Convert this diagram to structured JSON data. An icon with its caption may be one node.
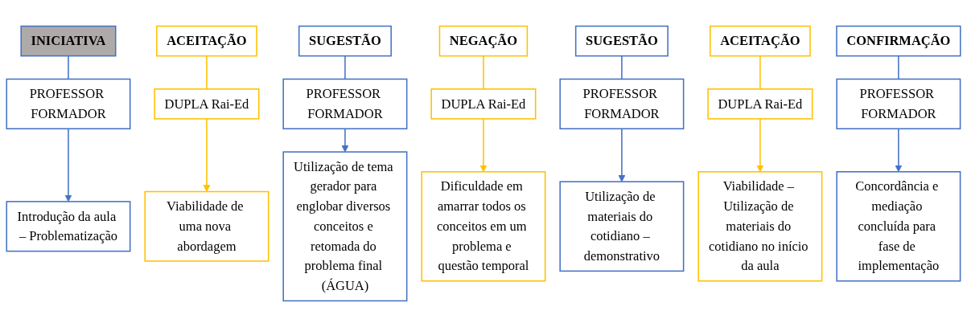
{
  "diagram": {
    "nodes": [
      {
        "text": [
          "INICIATIVA"
        ]
      },
      {
        "text": [
          "ACEITAÇÃO"
        ]
      },
      {
        "text": [
          "SUGESTÃO"
        ]
      },
      {
        "text": [
          "NEGAÇÃO"
        ]
      },
      {
        "text": [
          "SUGESTÃO"
        ]
      },
      {
        "text": [
          "ACEITAÇÃO"
        ]
      },
      {
        "text": [
          "CONFIRMAÇÃO"
        ]
      },
      {
        "text": [
          "PROFESSOR FORMADOR"
        ]
      },
      {
        "text": [
          "DUPLA Rai-Ed"
        ]
      },
      {
        "text": [
          "PROFESSOR FORMADOR"
        ]
      },
      {
        "text": [
          "DUPLA Rai-Ed"
        ]
      },
      {
        "text": [
          "PROFESSOR FORMADOR"
        ]
      },
      {
        "text": [
          "DUPLA Rai-Ed"
        ]
      },
      {
        "text": [
          "PROFESSOR FORMADOR"
        ]
      },
      {
        "text": [
          "Introdução da aula – Problematização"
        ]
      },
      {
        "text": [
          "Viabilidade de uma nova abordagem"
        ]
      },
      {
        "text": [
          "Utilização de tema gerador para englobar diversos conceitos e retomada do problema final (ÁGUA)"
        ]
      },
      {
        "text": [
          "Dificuldade em amarrar todos os conceitos em um problema e questão temporal"
        ]
      },
      {
        "text": [
          "Utilização de materiais do cotidiano – demonstrativo"
        ]
      },
      {
        "text": [
          "Viabilidade – Utilização de materiais do cotidiano no início da aula"
        ]
      },
      {
        "text": [
          "Concordância e mediação concluída para fase de implementação"
        ]
      }
    ],
    "edges": [
      {
        "from": 0,
        "to": 7,
        "arrow": "none"
      },
      {
        "from": 7,
        "to": 14,
        "arrow": "to"
      },
      {
        "from": 1,
        "to": 8,
        "arrow": "none",
        "color": "#ffc000"
      },
      {
        "from": 8,
        "to": 15,
        "arrow": "to",
        "color": "#ffc000"
      },
      {
        "from": 2,
        "to": 9,
        "arrow": "none"
      },
      {
        "from": 9,
        "to": 16,
        "arrow": "to"
      },
      {
        "from": 3,
        "to": 10,
        "arrow": "none",
        "color": "#ffc000"
      },
      {
        "from": 10,
        "to": 17,
        "arrow": "to",
        "color": "#ffc000"
      },
      {
        "from": 4,
        "to": 11,
        "arrow": "none"
      },
      {
        "from": 11,
        "to": 18,
        "arrow": "to"
      },
      {
        "from": 5,
        "to": 12,
        "arrow": "none",
        "color": "#ffc000"
      },
      {
        "from": 12,
        "to": 19,
        "arrow": "to",
        "color": "#ffc000"
      },
      {
        "from": 6,
        "to": 13,
        "arrow": "none"
      },
      {
        "from": 13,
        "to": 20,
        "arrow": "to"
      }
    ]
  }
}
